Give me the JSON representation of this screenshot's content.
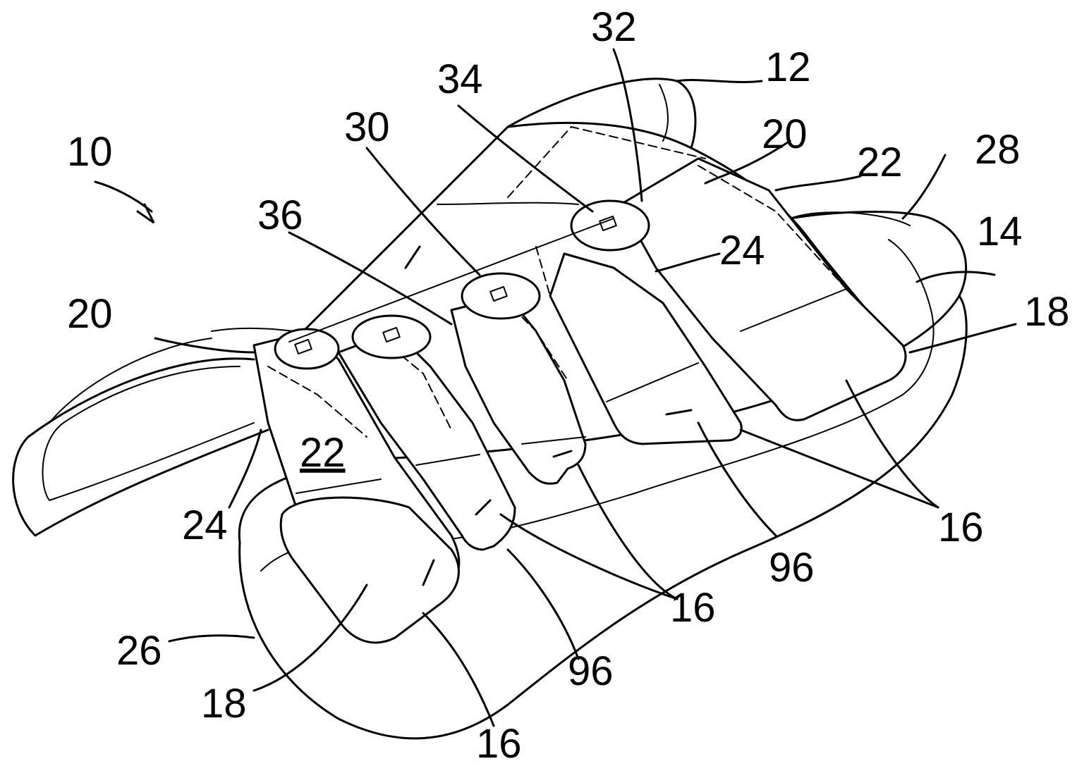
{
  "figure": {
    "labels": {
      "l10": "10",
      "l12": "12",
      "l14": "14",
      "l16a": "16",
      "l16b": "16",
      "l16c": "16",
      "l18a": "18",
      "l18b": "18",
      "l20a": "20",
      "l20b": "20",
      "l22a": "22",
      "l22b": "22",
      "l24a": "24",
      "l24b": "24",
      "l26": "26",
      "l28": "28",
      "l30": "30",
      "l32": "32",
      "l34": "34",
      "l36": "36",
      "l96a": "96",
      "l96b": "96"
    }
  }
}
